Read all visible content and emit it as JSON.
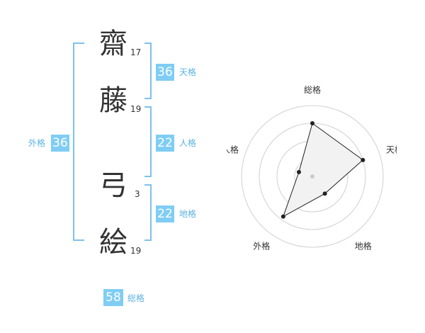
{
  "characters": [
    {
      "char": "齋",
      "strokes": "17"
    },
    {
      "char": "藤",
      "strokes": "19"
    },
    {
      "char": "弓",
      "strokes": "3"
    },
    {
      "char": "絵",
      "strokes": "19"
    }
  ],
  "fortunes": {
    "tenkaku": {
      "value": "36",
      "label": "天格"
    },
    "jinkaku": {
      "value": "22",
      "label": "人格"
    },
    "chikaku": {
      "value": "22",
      "label": "地格"
    },
    "gaikaku": {
      "value": "36",
      "label": "外格"
    },
    "soukaku": {
      "value": "58",
      "label": "総格"
    }
  },
  "colors": {
    "badge": "#7fcdf4",
    "bracket": "#7fc2ea",
    "label": "#5ab3e3"
  },
  "chart_data": {
    "type": "radar",
    "axes": [
      "総格",
      "天格",
      "地格",
      "外格",
      "人格"
    ],
    "values": [
      0.75,
      0.75,
      0.3,
      0.7,
      0.2
    ],
    "range": [
      0,
      1
    ],
    "rings": 4
  }
}
